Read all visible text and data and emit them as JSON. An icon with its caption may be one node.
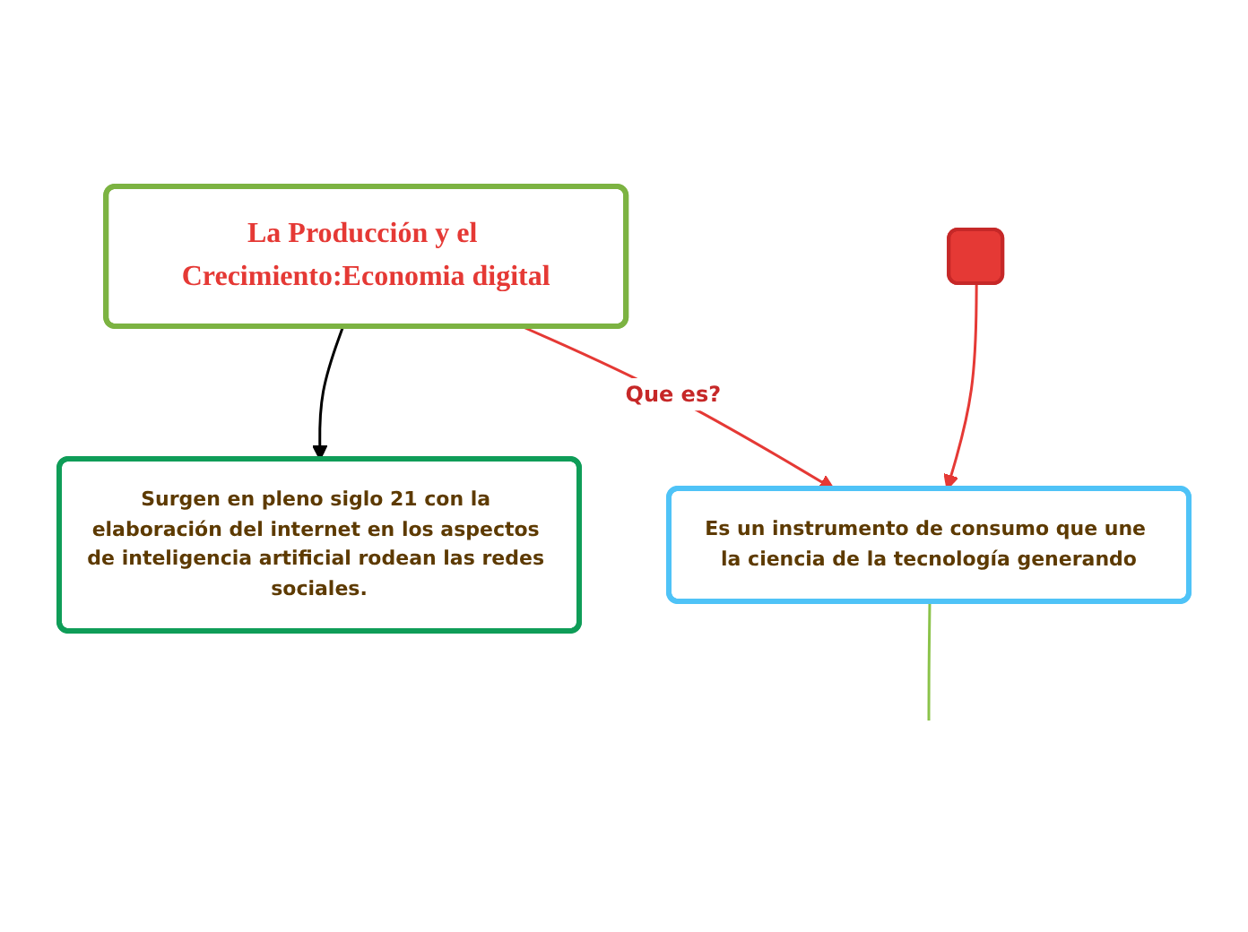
{
  "diagram": {
    "nodes": [
      {
        "text": [
          "La Producción y el Crecimiento:Economia digital"
        ]
      },
      {
        "text": [
          "Surgen en pleno siglo 21 con la elaboración del internet en los aspectos de inteligencia artificial rodean las redes sociales."
        ]
      },
      {
        "text": [
          "Es un instrumento de consumo que une la ciencia de la tecnología generando"
        ]
      },
      {
        "text": [],
        "shape": "box"
      }
    ],
    "edges": [
      {
        "from": 0,
        "to": 1,
        "arrow": "to",
        "color": "#000000"
      },
      {
        "from": 0,
        "to": 2,
        "arrow": "to",
        "label": "Que es?",
        "color": "#e53935"
      },
      {
        "from": 3,
        "to": 2,
        "arrow": "to",
        "color": "#e53935"
      },
      {
        "from": 2,
        "to": null,
        "arrow": "none",
        "color": "#8bc34a"
      }
    ]
  }
}
